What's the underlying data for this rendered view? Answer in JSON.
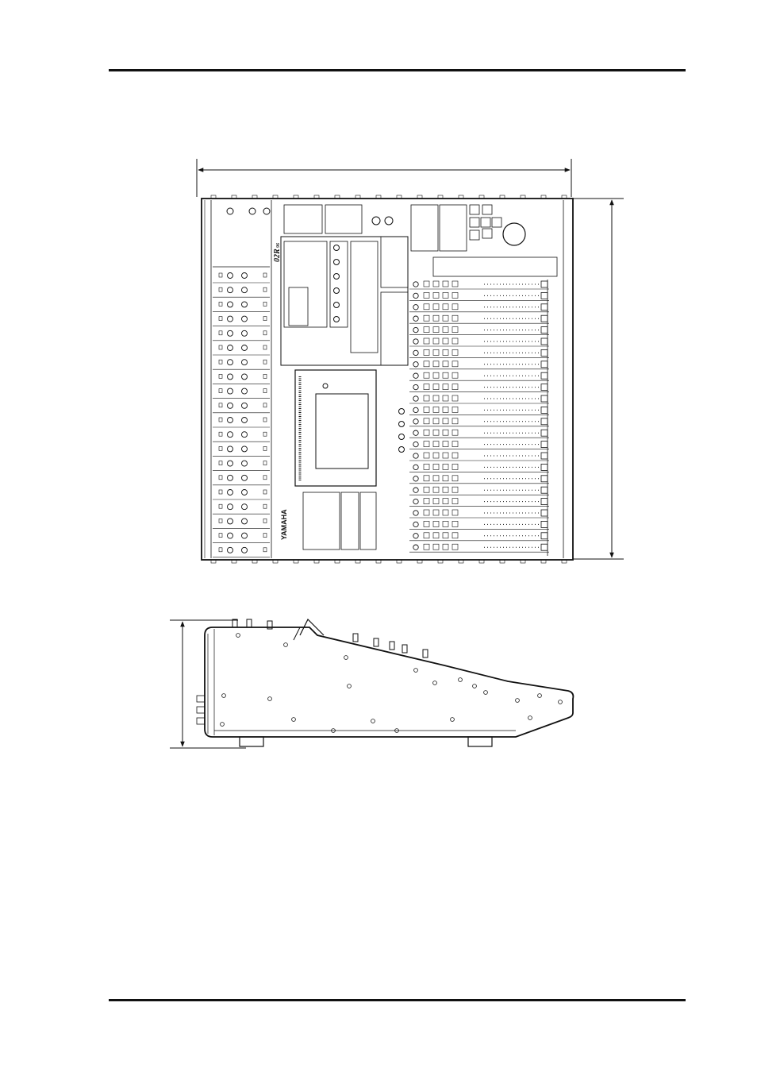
{
  "console": {
    "brand_text": "YAMAHA",
    "model_text": "02R",
    "model_suffix": "96"
  }
}
